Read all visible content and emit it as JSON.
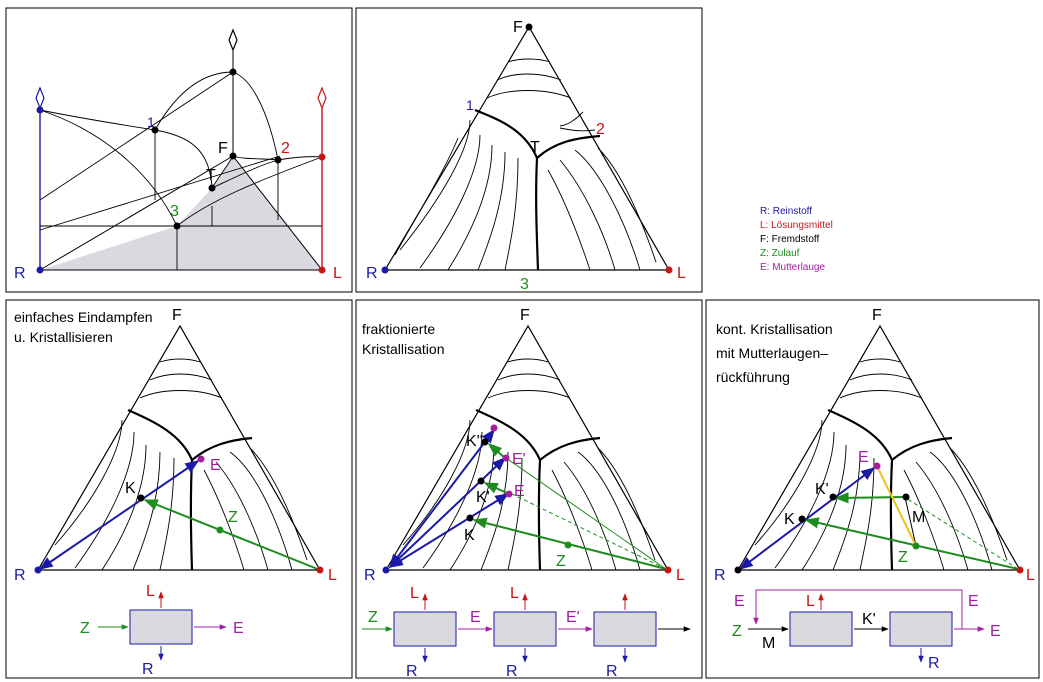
{
  "colors": {
    "R": "#1a1aa6",
    "L": "#c81414",
    "F": "#000000",
    "Z": "#1e8c1e",
    "E": "#a020a0",
    "M": "#000000",
    "tie": "#f0c020",
    "fill": "#d9d9df"
  },
  "legend": [
    {
      "key": "R",
      "text": "R: Reinstoff"
    },
    {
      "key": "L",
      "text": "L: Lösungsmittel"
    },
    {
      "key": "F",
      "text": "F: Fremdstoff"
    },
    {
      "key": "Z",
      "text": "Z: Zulauf"
    },
    {
      "key": "E",
      "text": "E: Mutterlauge"
    }
  ],
  "panel1": {
    "R": "R",
    "L": "L",
    "F": "F",
    "T": "T",
    "p1": "1",
    "p2": "2",
    "p3": "3"
  },
  "panel2": {
    "F": "F",
    "R": "R",
    "L": "L",
    "T": "T",
    "p1": "1",
    "p2": "2",
    "p3": "3"
  },
  "panel3": {
    "title1": "einfaches Eindampfen",
    "title2": "u. Kristallisieren",
    "F": "F",
    "R": "R",
    "L": "L",
    "K": "K",
    "E": "E",
    "Z": "Z",
    "flow": {
      "Z": "Z",
      "E": "E",
      "L": "L",
      "R": "R"
    }
  },
  "panel4": {
    "title1": "fraktionierte",
    "title2": "Kristallisation",
    "F": "F",
    "R": "R",
    "L": "L",
    "K": "K",
    "K1": "K'",
    "K2": "K''",
    "E": "E",
    "E1": "E'",
    "Z": "Z",
    "flow": {
      "Z": "Z",
      "E": "E",
      "E1": "E'",
      "L1": "L",
      "L2": "L",
      "R1": "R",
      "R2": "R",
      "R3": "R"
    }
  },
  "panel5": {
    "title1": "kont. Kristallisation",
    "title2": "mit Mutterlaugen–",
    "title3": "rückführung",
    "F": "F",
    "R": "R",
    "L": "L",
    "K": "K",
    "K1": "K'",
    "E": "E",
    "Z": "Z",
    "M": "M",
    "flow": {
      "Z": "Z",
      "M": "M",
      "K1": "K'",
      "E1": "E",
      "E2": "E",
      "E3": "E",
      "L": "L",
      "R": "R"
    }
  }
}
